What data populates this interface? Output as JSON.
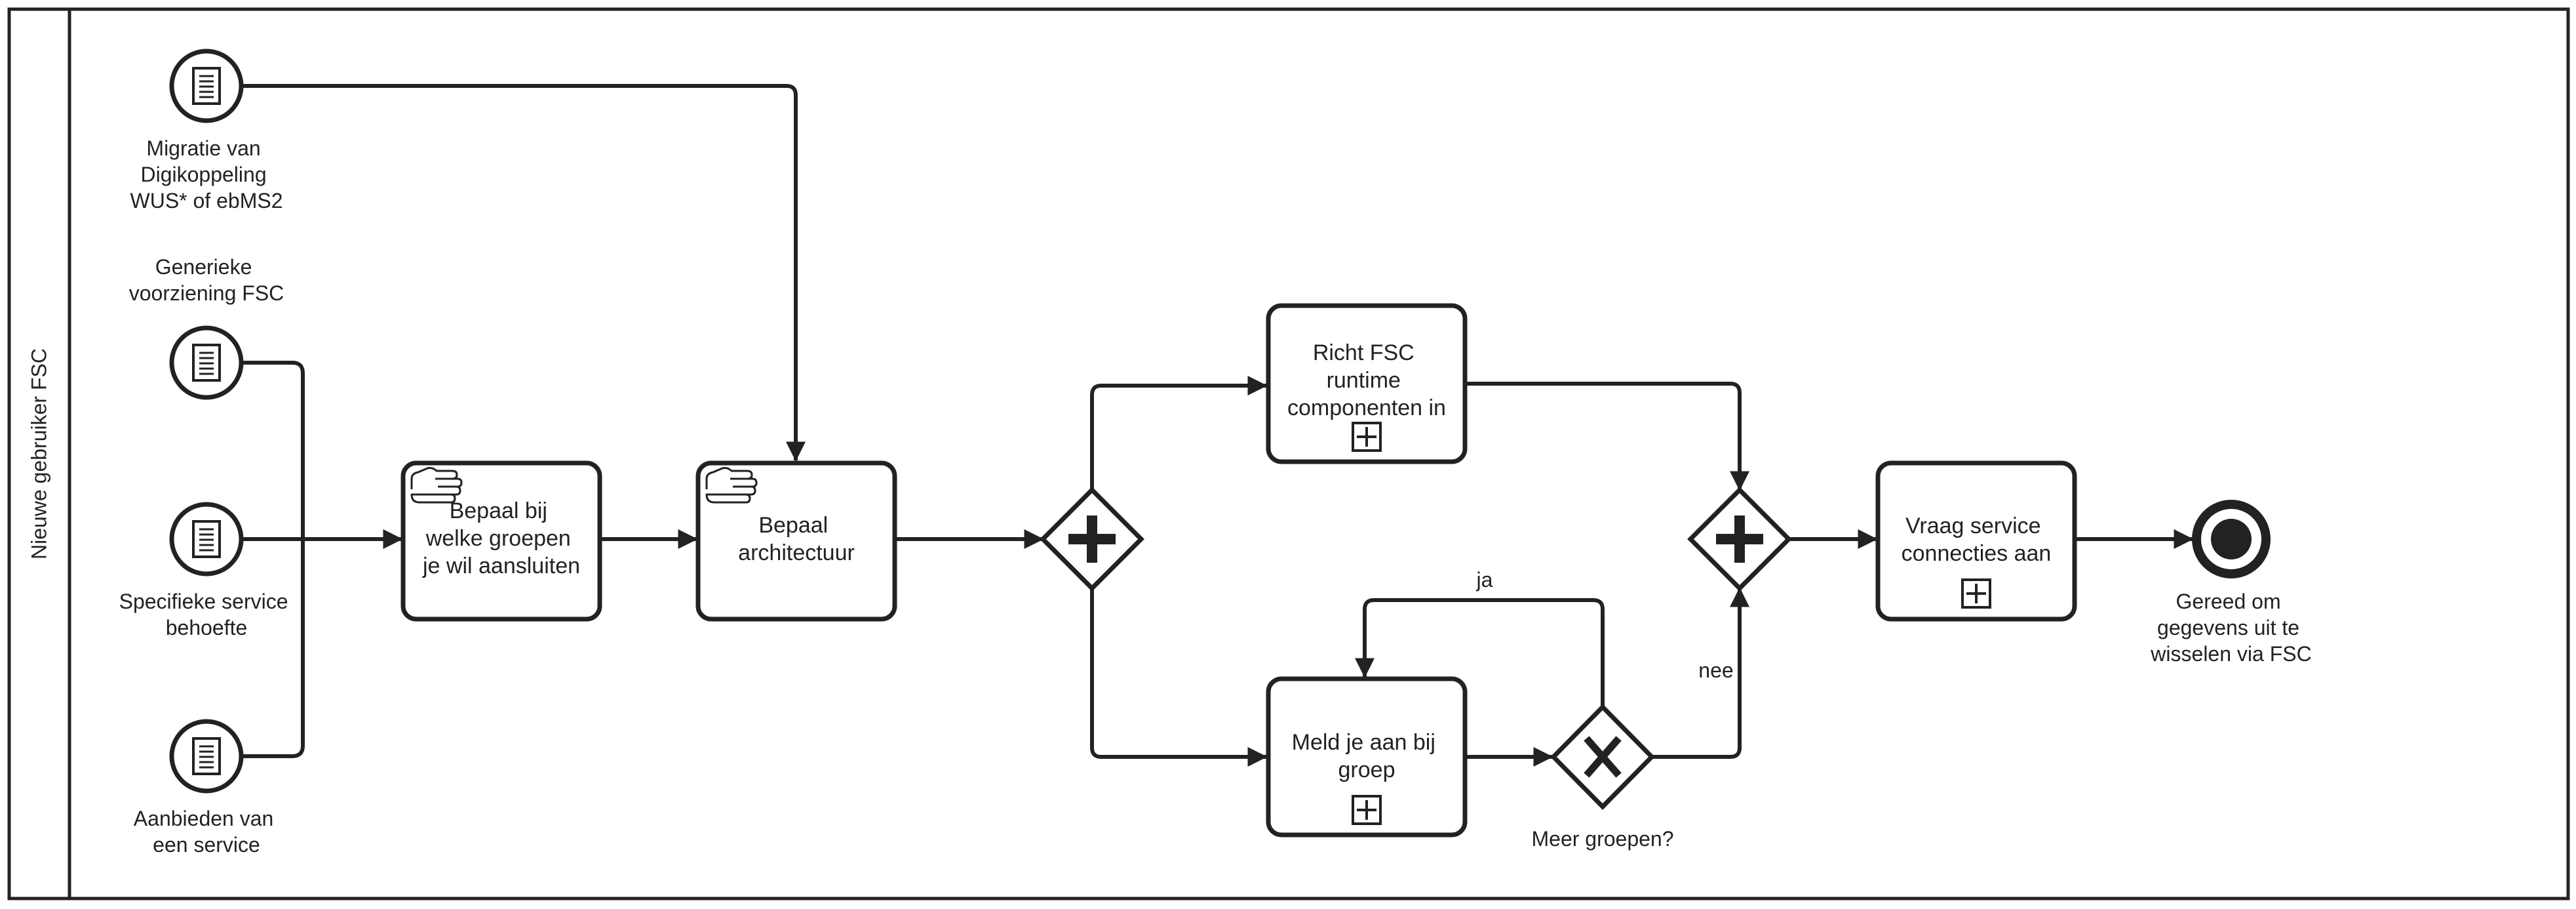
{
  "pool": {
    "lane_label": "Nieuwe gebruiker FSC"
  },
  "start_events": [
    {
      "id": "migratie",
      "icon": "message-document-icon",
      "label_lines": [
        "Migratie van",
        "Digikoppeling",
        "WUS* of ebMS2"
      ]
    },
    {
      "id": "generiek",
      "icon": "message-document-icon",
      "label_lines": [
        "Generieke",
        "voorziening FSC"
      ]
    },
    {
      "id": "specifiek",
      "icon": "message-document-icon",
      "label_lines": [
        "Specifieke service",
        "behoefte"
      ]
    },
    {
      "id": "aanbieden",
      "icon": "message-document-icon",
      "label_lines": [
        "Aanbieden van",
        "een service"
      ]
    }
  ],
  "tasks": [
    {
      "id": "bepaal-groepen",
      "type": "manual",
      "label_lines": [
        "Bepaal bij",
        "welke groepen",
        "je wil aansluiten"
      ]
    },
    {
      "id": "bepaal-architectuur",
      "type": "manual",
      "label_lines": [
        "Bepaal",
        "architectuur"
      ]
    },
    {
      "id": "richt-fsc",
      "type": "subprocess",
      "label_lines": [
        "Richt FSC",
        "runtime",
        "componenten in"
      ]
    },
    {
      "id": "meld-aan",
      "type": "subprocess",
      "label_lines": [
        "Meld je aan bij",
        "groep"
      ]
    },
    {
      "id": "vraag-service",
      "type": "subprocess",
      "label_lines": [
        "Vraag service",
        "connecties aan"
      ]
    }
  ],
  "gateways": [
    {
      "id": "split",
      "type": "parallel"
    },
    {
      "id": "meer-groepen",
      "type": "exclusive",
      "label": "Meer groepen?"
    },
    {
      "id": "join",
      "type": "parallel"
    }
  ],
  "flow_labels": {
    "ja": "ja",
    "nee": "nee"
  },
  "end_event": {
    "label_lines": [
      "Gereed om",
      "gegevens uit te",
      "wisselen via FSC"
    ]
  }
}
